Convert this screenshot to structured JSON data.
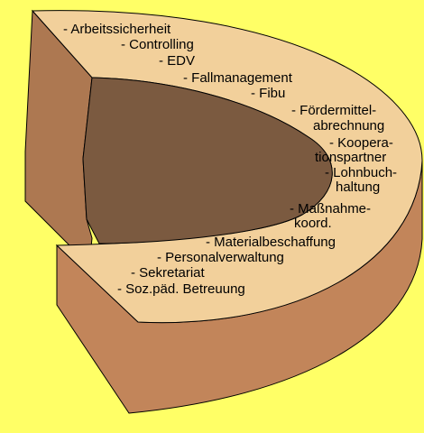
{
  "colors": {
    "background": "#ffff66",
    "top_face": "#f2d09b",
    "front_face": "#c2855a",
    "left_face": "#ad7851",
    "inner_wall": "#7b5a40",
    "outline": "#000000"
  },
  "items": [
    {
      "id": "arbeitssicherheit",
      "lines": [
        "- Arbeitssicherheit"
      ]
    },
    {
      "id": "controlling",
      "lines": [
        "- Controlling"
      ]
    },
    {
      "id": "edv",
      "lines": [
        "- EDV"
      ]
    },
    {
      "id": "fallmanagement",
      "lines": [
        "- Fallmanagement"
      ]
    },
    {
      "id": "fibu",
      "lines": [
        "- Fibu"
      ]
    },
    {
      "id": "foerdermittelabrechnung",
      "lines": [
        "- Fördermittel-",
        "abrechnung"
      ]
    },
    {
      "id": "kooperationspartner",
      "lines": [
        "- Koopera-",
        "tionspartner"
      ]
    },
    {
      "id": "lohnbuchhaltung",
      "lines": [
        "- Lohnbuch-",
        "haltung"
      ]
    },
    {
      "id": "massnahmekoord",
      "lines": [
        "- Maßnahme-",
        "koord."
      ]
    },
    {
      "id": "materialbeschaffung",
      "lines": [
        "- Materialbeschaffung"
      ]
    },
    {
      "id": "personalverwaltung",
      "lines": [
        "- Personalverwaltung"
      ]
    },
    {
      "id": "sekretariat",
      "lines": [
        "- Sekretariat"
      ]
    },
    {
      "id": "sozpaed",
      "lines": [
        "- Soz.päd. Betreuung"
      ]
    }
  ]
}
